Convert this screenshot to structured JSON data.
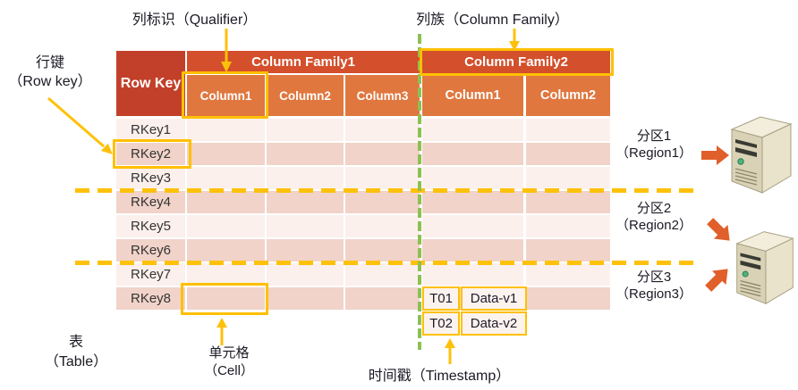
{
  "colors": {
    "header_dark": "#c2402a",
    "family_bar": "#d44f2b",
    "subheader": "#e0773f",
    "row_light": "#fbf0ec",
    "row_dark": "#f1d3c9",
    "gold_accent": "#ffc000",
    "green_divider": "#8cc152",
    "orange_arrow": "#e05f2a",
    "label_text": "#1a1a24"
  },
  "annotations": {
    "qualifier": {
      "label": "列标识（Qualifier）"
    },
    "column_family": {
      "label": "列族（Column Family）"
    },
    "row_key": {
      "line1": "行键",
      "line2": "（Row key）"
    },
    "table": {
      "line1": "表",
      "line2": "（Table）"
    },
    "cell": {
      "line1": "单元格",
      "line2": "（Cell）"
    },
    "timestamp": {
      "label": "时间戳（Timestamp）"
    }
  },
  "table": {
    "row_key_header": "Row Key",
    "families": [
      {
        "label": "Column Family1",
        "columns": [
          "Column1",
          "Column2",
          "Column3"
        ]
      },
      {
        "label": "Column Family2",
        "columns": [
          "Column1",
          "Column2"
        ]
      }
    ],
    "rows": [
      "RKey1",
      "RKey2",
      "RKey3",
      "RKey4",
      "RKey5",
      "RKey6",
      "RKey7",
      "RKey8"
    ]
  },
  "regions": [
    {
      "name": "分区1",
      "en": "（Region1）"
    },
    {
      "name": "分区2",
      "en": "（Region2）"
    },
    {
      "name": "分区3",
      "en": "（Region3）"
    }
  ],
  "timestamps": [
    {
      "time": "T01",
      "value": "Data-v1"
    },
    {
      "time": "T02",
      "value": "Data-v2"
    }
  ]
}
